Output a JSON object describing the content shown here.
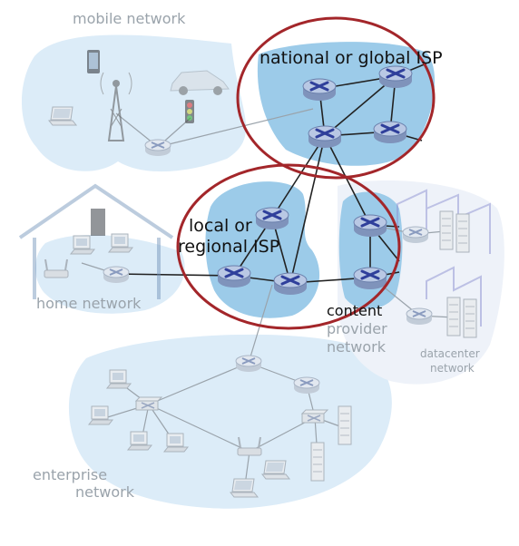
{
  "labels": {
    "mobile_network": "mobile network",
    "national_isp": "national or global ISP",
    "local_isp_line1": "local or",
    "local_isp_line2": "regional ISP",
    "home_network": "home network",
    "content_line1": "content",
    "content_line2": "provider",
    "content_line3": "network",
    "datacenter_line1": "datacenter",
    "datacenter_line2": "network",
    "enterprise_line1": "enterprise",
    "enterprise_line2": "network"
  },
  "colors": {
    "cloud": "#dcecf8",
    "isp_blue": "#9ccbe9",
    "highlight_ring": "#a3262a",
    "router_body": "#9fb2d4",
    "router_cross": "#2f3f9b",
    "link": "#222222",
    "faded_link": "#9aa3ab"
  }
}
